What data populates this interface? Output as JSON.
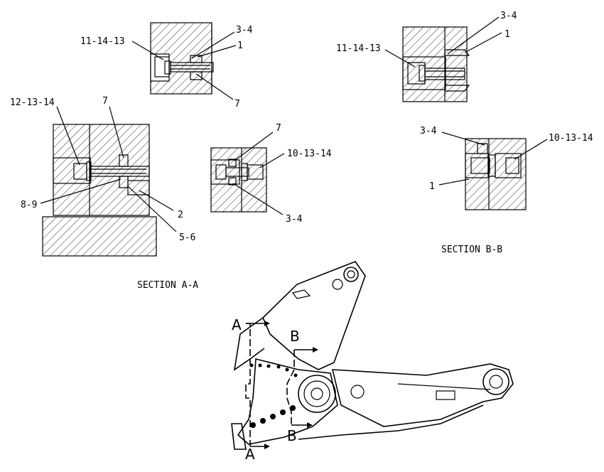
{
  "section_a": {
    "title": "SECTION A-A",
    "callout_top": [
      "11-14-13",
      "3-4",
      "1",
      "7"
    ],
    "callout_left": [
      "12-13-14",
      "7",
      "8-9",
      "2",
      "5-6"
    ],
    "callout_right": [
      "7",
      "10-13-14",
      "3-4"
    ]
  },
  "section_b": {
    "title": "SECTION B-B",
    "callout_top": [
      "3-4",
      "1",
      "11-14-13"
    ],
    "callout_bottom": [
      "3-4",
      "10-13-14",
      "1"
    ]
  },
  "view_letters": [
    "A",
    "B",
    "B",
    "A"
  ]
}
